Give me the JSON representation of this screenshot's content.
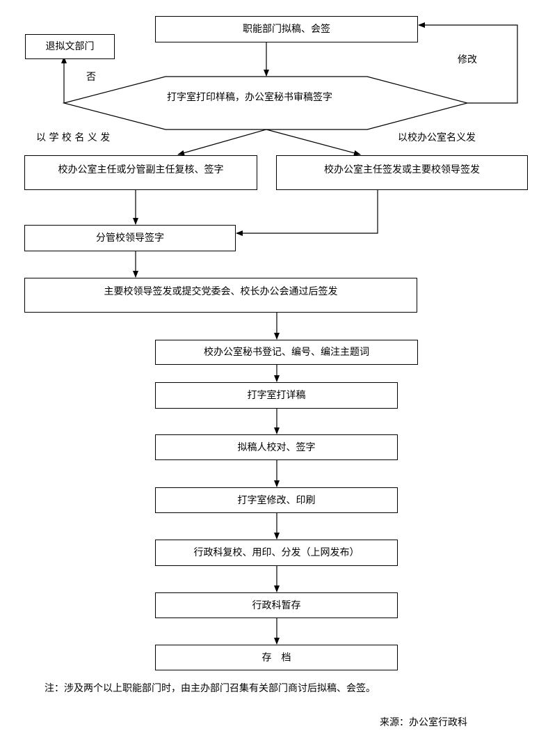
{
  "nodes": {
    "draft": "职能部门拟稿、会签",
    "return": "退拟文部门",
    "print_review": "打字室打印样稿，办公室秘书审稿签字",
    "school_office_head": "校办公室主任或分管副主任复核、签字",
    "office_head_sign": "校办公室主任签发或主要校领导签发",
    "leader_sign": "分管校领导签字",
    "main_leader": "主要校领导签发或提交党委会、校长办公会通过后签发",
    "register": "校办公室秘书登记、编号、编注主题词",
    "print_detail": "打字室打详稿",
    "proofread": "拟稿人校对、签字",
    "revise_print": "打字室修改、印刷",
    "review_seal": "行政科复校、用印、分发（上网发布）",
    "temp_store": "行政科暂存",
    "archive": "存　档"
  },
  "labels": {
    "no": "否",
    "modify": "修改",
    "in_school_name": "以 学 校 名 义 发",
    "in_office_name": "以校办公室名义发"
  },
  "note": "注：涉及两个以上职能部门时，由主办部门召集有关部门商讨后拟稿、会签。",
  "source": "来源：办公室行政科"
}
